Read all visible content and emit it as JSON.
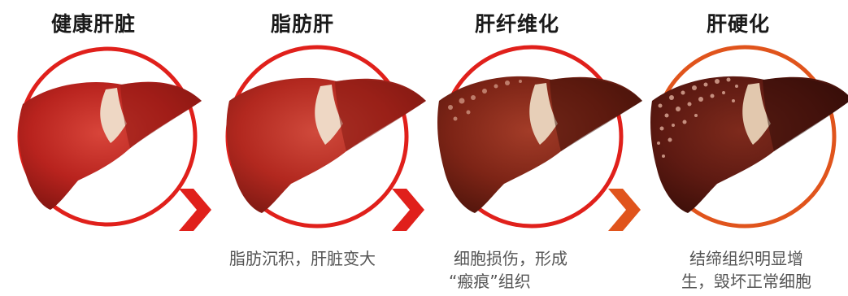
{
  "stages": [
    {
      "title": "健康肝脏",
      "caption_lines": [],
      "liver_color": "#b8231e",
      "liver_shade": "#7f1410",
      "ring_color": "#e0201b",
      "nodules": 0
    },
    {
      "title": "脂肪肝",
      "caption_lines": [
        "脂肪沉积，肝脏变大"
      ],
      "liver_color": "#b2281f",
      "liver_shade": "#7a1812",
      "ring_color": "#e0201b",
      "nodules": 0
    },
    {
      "title": "肝纤维化",
      "caption_lines": [
        "细胞损伤，形成",
        "“瘢痕”组织"
      ],
      "liver_color": "#7d2416",
      "liver_shade": "#4e140b",
      "ring_color": "#e0201b",
      "nodules": 9
    },
    {
      "title": "肝硬化",
      "caption_lines": [
        "结缔组织明显增",
        "生，毁坏正常细胞"
      ],
      "liver_color": "#5e1a12",
      "liver_shade": "#3a0e08",
      "ring_color": "#e0541c",
      "nodules": 22
    }
  ],
  "arrow_color": "#e0201b"
}
